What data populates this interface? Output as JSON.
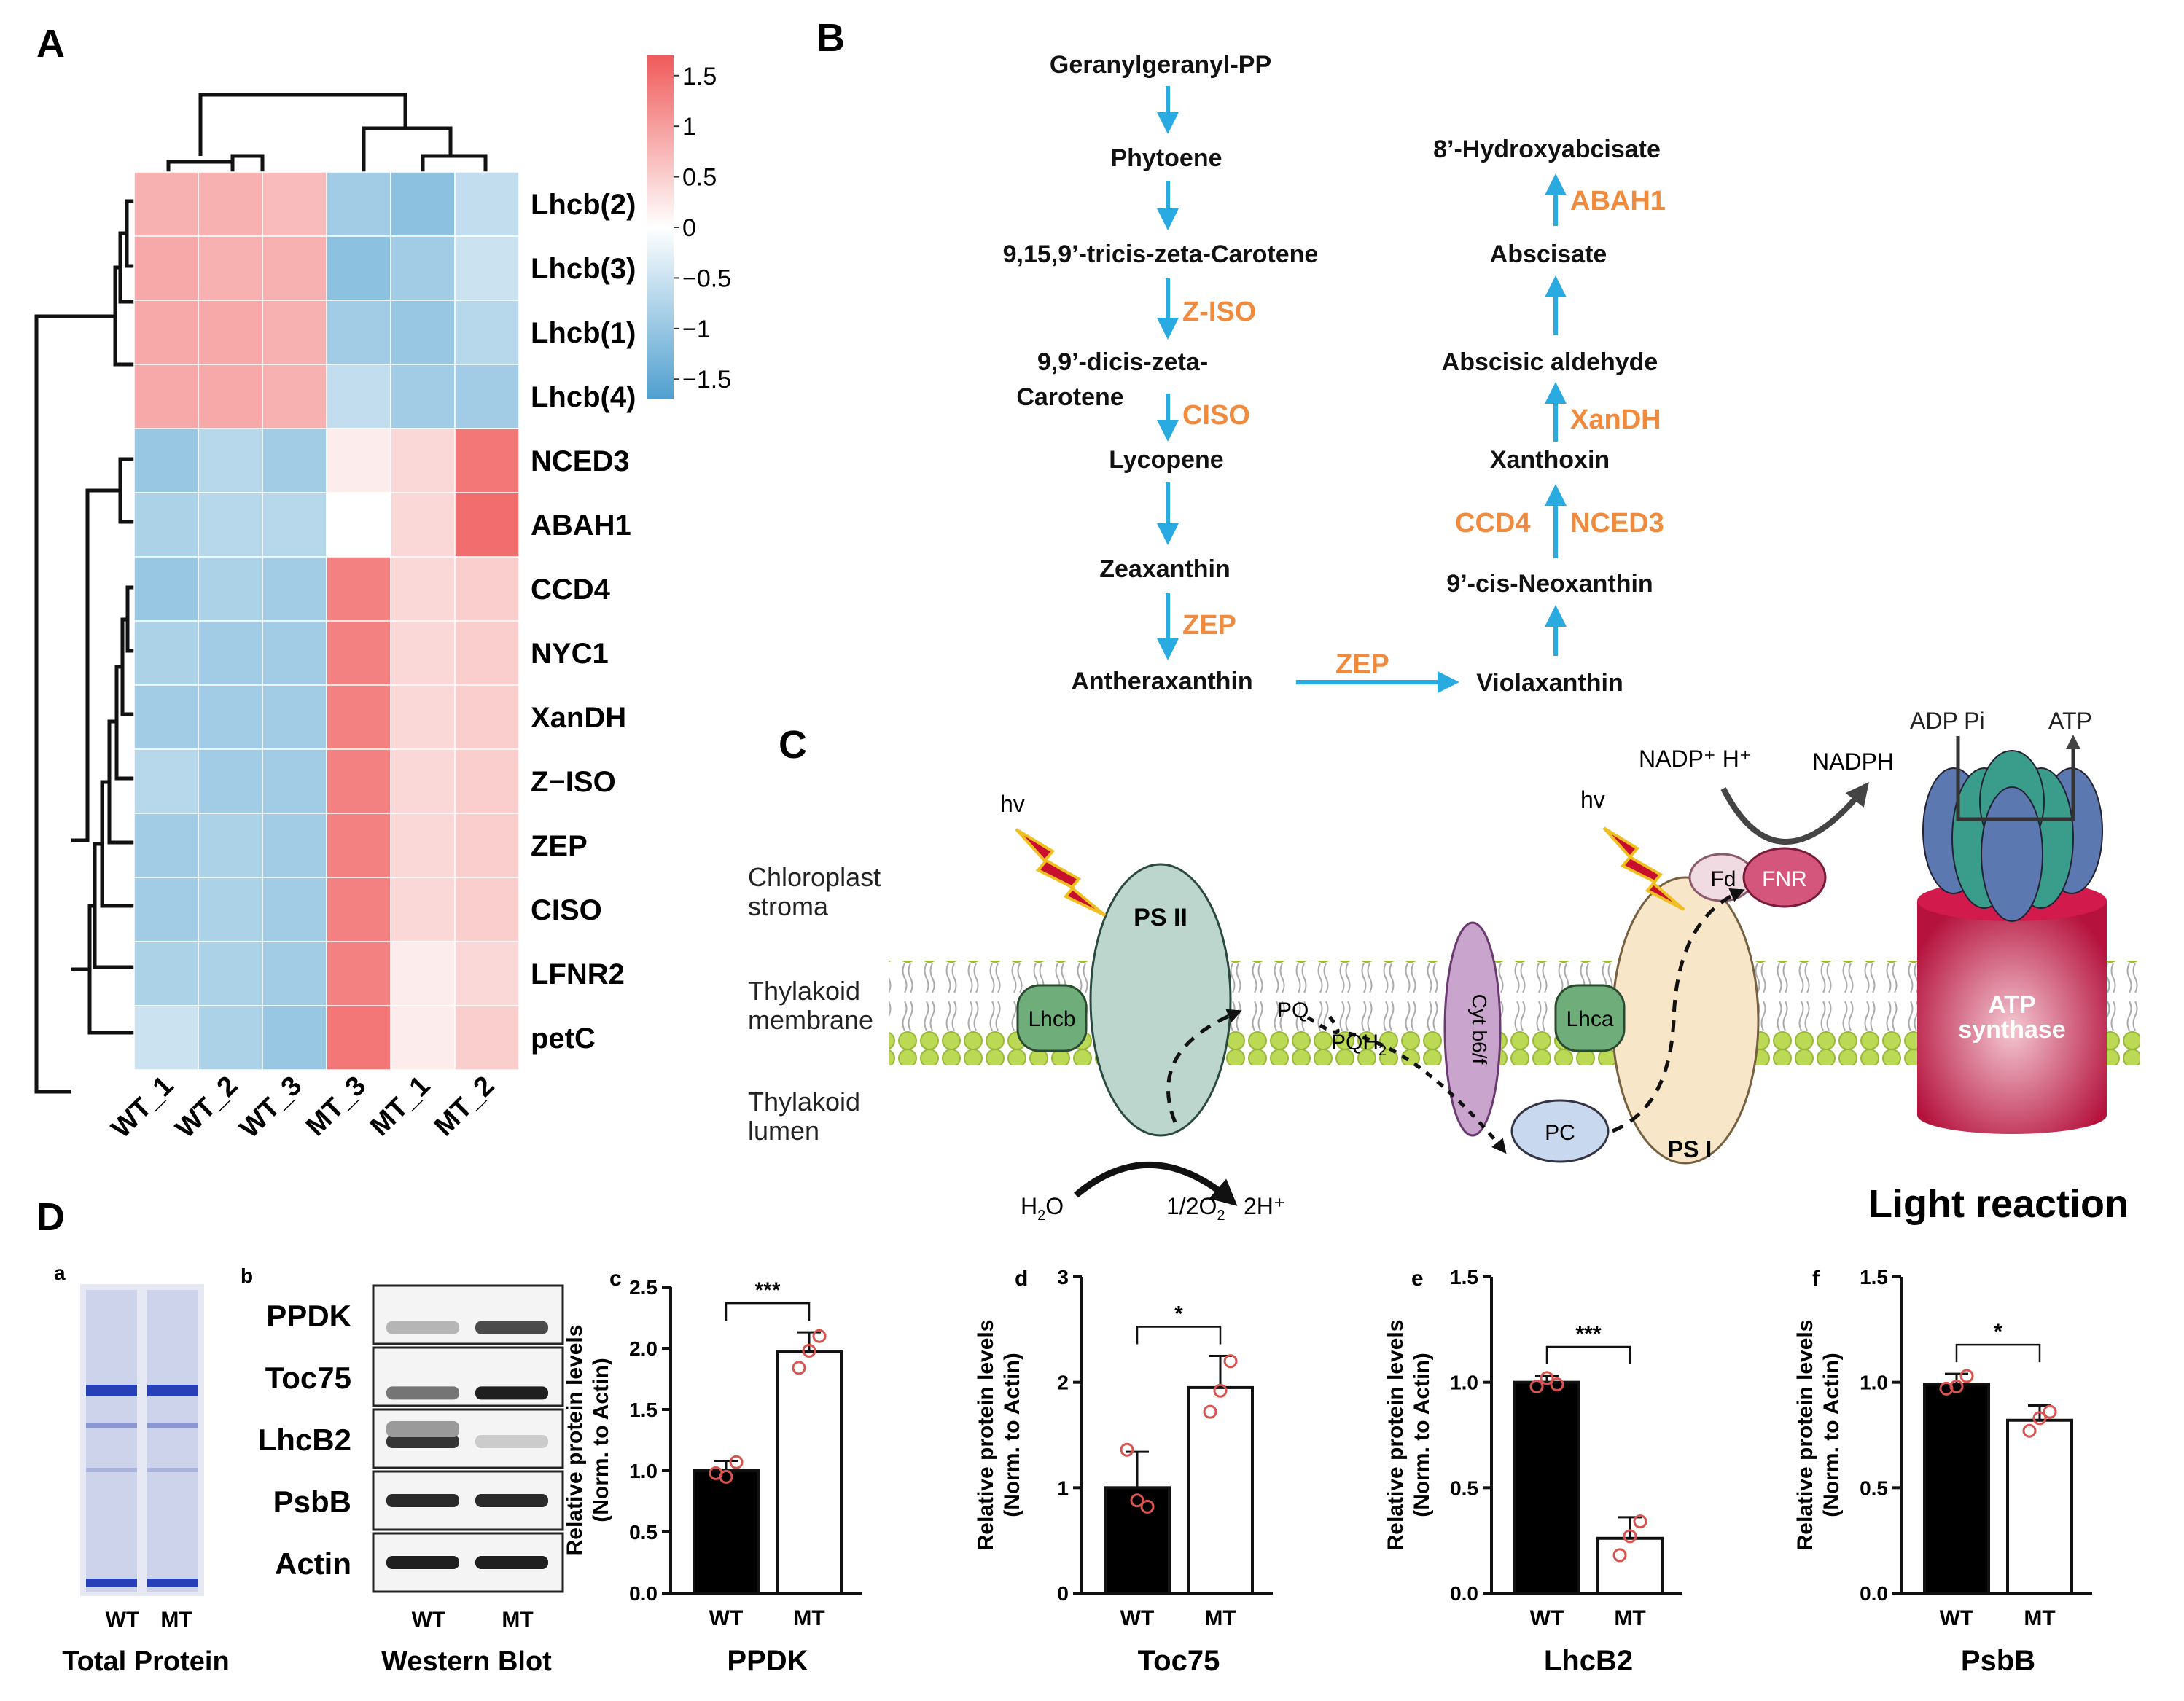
{
  "panels": {
    "A": "A",
    "B": "B",
    "C": "C",
    "D": "D"
  },
  "heatmap": {
    "rows": [
      "Lhcb(2)",
      "Lhcb(3)",
      "Lhcb(1)",
      "Lhcb(4)",
      "NCED3",
      "ABAH1",
      "CCD4",
      "NYC1",
      "XanDH",
      "Z−ISO",
      "ZEP",
      "CISO",
      "LFNR2",
      "petC"
    ],
    "cols": [
      "WT_1",
      "WT_2",
      "WT_3",
      "MT_3",
      "MT_1",
      "MT_2"
    ],
    "values": [
      [
        0.8,
        0.8,
        0.7,
        -0.9,
        -1.1,
        -0.6
      ],
      [
        0.9,
        0.8,
        0.8,
        -1.1,
        -0.9,
        -0.5
      ],
      [
        0.9,
        0.9,
        0.8,
        -0.9,
        -1.0,
        -0.7
      ],
      [
        0.9,
        0.9,
        0.8,
        -0.6,
        -0.9,
        -0.9
      ],
      [
        -1.0,
        -0.7,
        -0.9,
        0.2,
        0.4,
        1.4
      ],
      [
        -0.8,
        -0.7,
        -0.7,
        0.0,
        0.4,
        1.5
      ],
      [
        -1.0,
        -0.8,
        -0.9,
        1.3,
        0.4,
        0.5
      ],
      [
        -0.8,
        -0.9,
        -0.9,
        1.3,
        0.4,
        0.5
      ],
      [
        -0.9,
        -0.9,
        -0.9,
        1.3,
        0.4,
        0.5
      ],
      [
        -0.7,
        -0.9,
        -0.9,
        1.3,
        0.4,
        0.5
      ],
      [
        -0.9,
        -0.8,
        -0.9,
        1.3,
        0.4,
        0.5
      ],
      [
        -0.9,
        -0.8,
        -0.9,
        1.3,
        0.4,
        0.5
      ],
      [
        -0.8,
        -0.8,
        -0.9,
        1.3,
        0.2,
        0.4
      ],
      [
        -0.5,
        -0.8,
        -1.0,
        1.4,
        0.2,
        0.5
      ]
    ],
    "scale_ticks": [
      "1.5",
      "1",
      "0.5",
      "0",
      "−0.5",
      "−1",
      "−1.5"
    ],
    "scale_values": [
      1.5,
      1,
      0.5,
      0,
      -0.5,
      -1,
      -1.5
    ],
    "scale_range": [
      -1.7,
      1.7
    ],
    "colors": {
      "high": "#f05a5a",
      "mid": "#ffffff",
      "low": "#4f9fcf"
    }
  },
  "pathway": {
    "left": [
      "Geranylgeranyl-PP",
      "Phytoene",
      "9,15,9’-tricis-zeta-Carotene",
      "9,9’-dicis-zeta-",
      "Carotene",
      "Lycopene",
      "Zeaxanthin",
      "Antheraxanthin"
    ],
    "right": [
      "8’-Hydroxyabcisate",
      "Abscisate",
      "Abscisic aldehyde",
      "Xanthoxin",
      "9’-cis-Neoxanthin",
      "Violaxanthin"
    ],
    "enzymes": {
      "z_iso": "Z-ISO",
      "ciso": "CISO",
      "zep1": "ZEP",
      "zep2": "ZEP",
      "abah1": "ABAH1",
      "xandh": "XanDH",
      "ccd4": "CCD4",
      "nced3": "NCED3"
    },
    "colors": {
      "arrow": "#29abe2",
      "enzyme": "#f08a3c"
    }
  },
  "light": {
    "regions": [
      "Chloroplast",
      "stroma",
      "Thylakoid",
      "membrane",
      "Thylakoid",
      "lumen"
    ],
    "hv1": "hv",
    "hv2": "hv",
    "ps2": "PS II",
    "ps1": "PS I",
    "lhcb": "Lhcb",
    "lhca": "Lhca",
    "cyt": "Cyt b6/f",
    "pq": "PQ",
    "pqh2": "PQH",
    "pqh2_sub": "2",
    "pc": "PC",
    "fd": "Fd",
    "fnr": "FNR",
    "nadp": "NADP⁺ H⁺",
    "nadph": "NADPH",
    "adp": "ADP Pi",
    "atp": "ATP",
    "atp_synth1": "ATP",
    "atp_synth2": "synthase",
    "h2o": "H",
    "h2o_sub": "2",
    "h2o_tail": "O",
    "o2": "1/2O",
    "o2_sub": "2",
    "h_plus": "2H⁺",
    "title": "Light reaction"
  },
  "blot_panel": {
    "sub_a": "a",
    "sub_b": "b",
    "lane_labels_a": [
      "WT",
      "MT"
    ],
    "caption_a": "Total Protein",
    "proteins": [
      "PPDK",
      "Toc75",
      "LhcB2",
      "PsbB",
      "Actin"
    ],
    "lane_labels_b": [
      "WT",
      "MT"
    ],
    "caption_b": "Western Blot"
  },
  "chart_data": [
    {
      "type": "bar",
      "panel": "c",
      "title": "PPDK",
      "categories": [
        "WT",
        "MT"
      ],
      "values": [
        1.0,
        1.97
      ],
      "errors": [
        0.08,
        0.16
      ],
      "points": [
        [
          0.98,
          0.95,
          1.07
        ],
        [
          1.84,
          1.98,
          2.1
        ]
      ],
      "ylabel": "Relative protein levels",
      "ylabel2": "(Norm. to Actin)",
      "ylim": [
        0,
        2.5
      ],
      "ticks": [
        0.0,
        0.5,
        1.0,
        1.5,
        2.0,
        2.5
      ],
      "tick_labels": [
        "0.0",
        "0.5",
        "1.0",
        "1.5",
        "2.0",
        "2.5"
      ],
      "sig": "***"
    },
    {
      "type": "bar",
      "panel": "d",
      "title": "Toc75",
      "categories": [
        "WT",
        "MT"
      ],
      "values": [
        1.0,
        1.95
      ],
      "errors": [
        0.34,
        0.3
      ],
      "points": [
        [
          1.36,
          0.88,
          0.82
        ],
        [
          1.72,
          1.92,
          2.2
        ]
      ],
      "ylabel": "Relative protein levels",
      "ylabel2": "(Norm. to Actin)",
      "ylim": [
        0,
        3
      ],
      "ticks": [
        0,
        1,
        2,
        3
      ],
      "tick_labels": [
        "0",
        "1",
        "2",
        "3"
      ],
      "sig": "*"
    },
    {
      "type": "bar",
      "panel": "e",
      "title": "LhcB2",
      "categories": [
        "WT",
        "MT"
      ],
      "values": [
        1.0,
        0.26
      ],
      "errors": [
        0.03,
        0.1
      ],
      "points": [
        [
          0.98,
          1.02,
          0.99
        ],
        [
          0.18,
          0.27,
          0.34
        ]
      ],
      "ylabel": "Relative protein levels",
      "ylabel2": "(Norm. to Actin)",
      "ylim": [
        0,
        1.5
      ],
      "ticks": [
        0.0,
        0.5,
        1.0,
        1.5
      ],
      "tick_labels": [
        "0.0",
        "0.5",
        "1.0",
        "1.5"
      ],
      "sig": "***"
    },
    {
      "type": "bar",
      "panel": "f",
      "title": "PsbB",
      "categories": [
        "WT",
        "MT"
      ],
      "values": [
        0.99,
        0.82
      ],
      "errors": [
        0.05,
        0.07
      ],
      "points": [
        [
          0.97,
          0.98,
          1.03
        ],
        [
          0.77,
          0.83,
          0.86
        ]
      ],
      "ylabel": "Relative protein levels",
      "ylabel2": "(Norm. to Actin)",
      "ylim": [
        0,
        1.5
      ],
      "ticks": [
        0.0,
        0.5,
        1.0,
        1.5
      ],
      "tick_labels": [
        "0.0",
        "0.5",
        "1.0",
        "1.5"
      ],
      "sig": "*"
    }
  ]
}
